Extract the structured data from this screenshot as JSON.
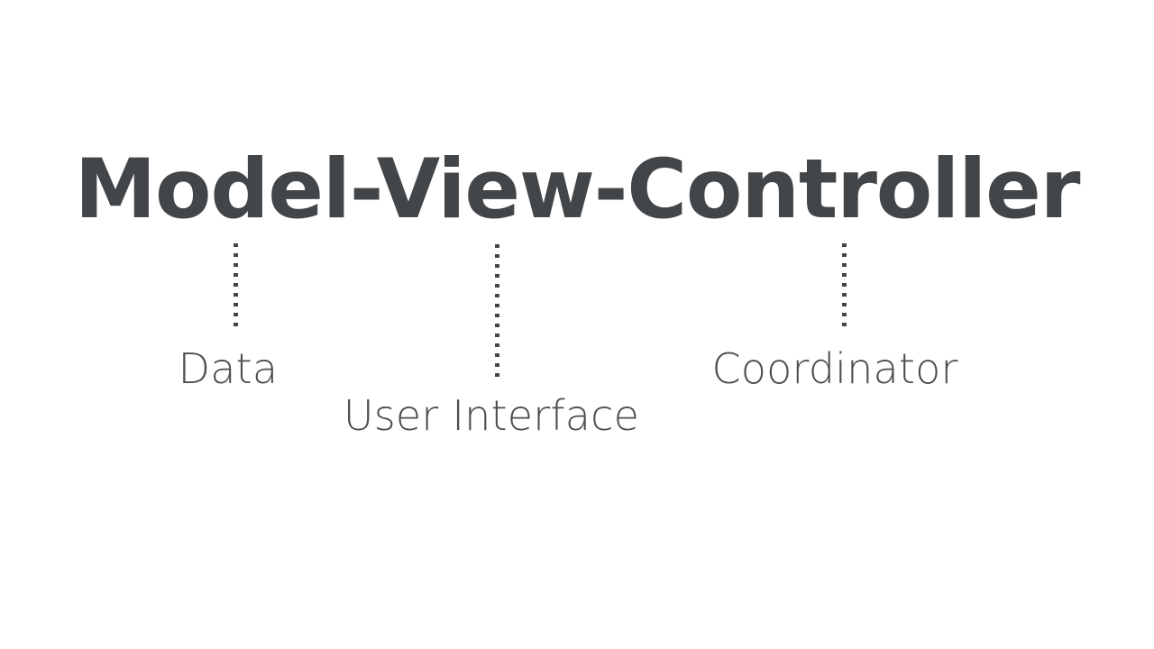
{
  "slide": {
    "background_color": "#ffffff",
    "title": {
      "text": "Model-View-Controller",
      "color": "#434649"
    },
    "parts": [
      {
        "term": "Model",
        "label": "Data",
        "connector_icon": "vertical-dotted-line-icon",
        "color": "#4a4d52"
      },
      {
        "term": "View",
        "label": "User Interface",
        "connector_icon": "vertical-dotted-line-icon",
        "color": "#4a4d52"
      },
      {
        "term": "Controller",
        "label": "Coordinator",
        "connector_icon": "vertical-dotted-line-icon",
        "color": "#4a4d52"
      }
    ]
  }
}
